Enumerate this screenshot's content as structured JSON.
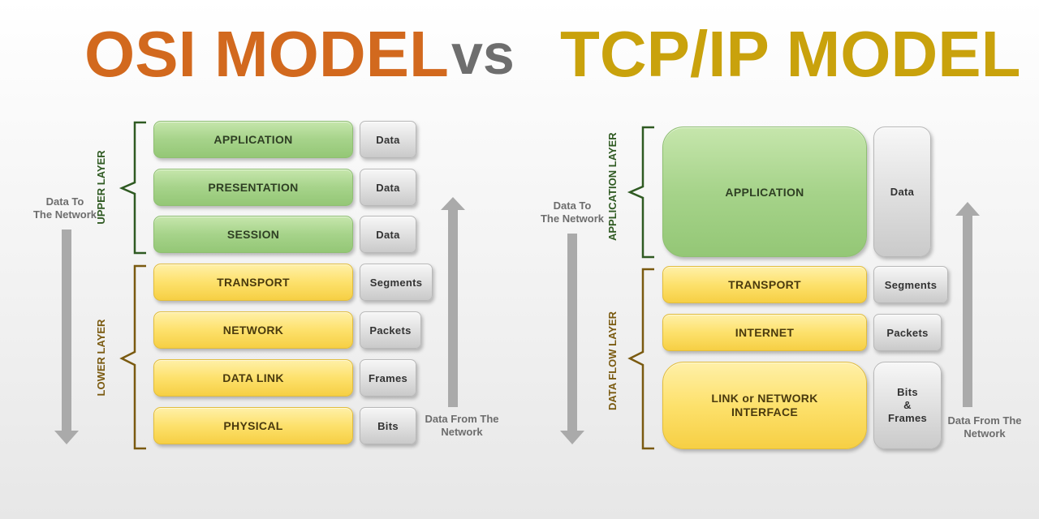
{
  "title": {
    "osi": "OSI MODEL",
    "vs": "vs",
    "tcp": "TCP/IP MODEL"
  },
  "osi": {
    "layers": [
      {
        "name": "APPLICATION",
        "unit": "Data"
      },
      {
        "name": "PRESENTATION",
        "unit": "Data"
      },
      {
        "name": "SESSION",
        "unit": "Data"
      },
      {
        "name": "TRANSPORT",
        "unit": "Segments"
      },
      {
        "name": "NETWORK",
        "unit": "Packets"
      },
      {
        "name": "DATA  LINK",
        "unit": "Frames"
      },
      {
        "name": "PHYSICAL",
        "unit": "Bits"
      }
    ],
    "upper_label": "UPPER LAYER",
    "lower_label": "LOWER LAYER",
    "down_text": [
      "Data To",
      "The Network"
    ],
    "up_text": [
      "Data From The",
      "Network"
    ]
  },
  "tcp": {
    "layers": [
      {
        "name": "APPLICATION",
        "unit": "Data"
      },
      {
        "name": "TRANSPORT",
        "unit": "Segments"
      },
      {
        "name": "INTERNET",
        "unit": "Packets"
      },
      {
        "name_lines": [
          "LINK or NETWORK",
          "INTERFACE"
        ],
        "unit_lines": [
          "Bits",
          "&",
          "Frames"
        ]
      }
    ],
    "app_label": "APPLICATION LAYER",
    "flow_label": "DATA FLOW LAYER",
    "down_text": [
      "Data To",
      "The Network"
    ],
    "up_text": [
      "Data From The",
      "Network"
    ]
  },
  "colors": {
    "osi_title": "#d2691e",
    "tcp_title": "#c9a20c",
    "vs": "#6e6e6e",
    "green_bracket": "#2f5a22",
    "brown_bracket": "#7a5a10",
    "arrow": "#aaaaaa"
  }
}
